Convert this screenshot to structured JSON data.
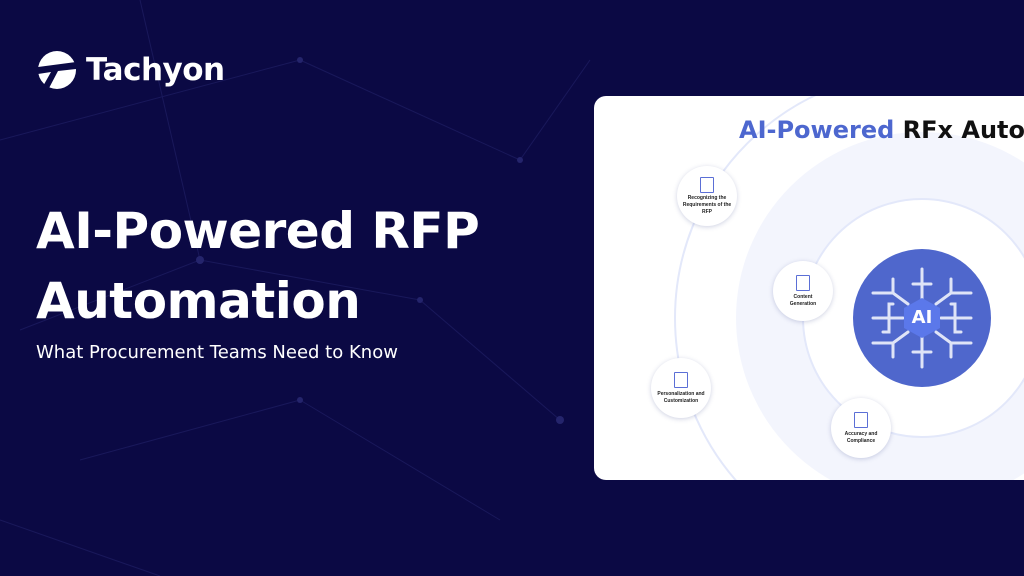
{
  "brand": {
    "name": "Tachyon",
    "icon": "tachyon-logo-icon"
  },
  "hero": {
    "title_line1": "AI-Powered RFP",
    "title_line2": "Automation",
    "subtitle": "What Procurement Teams Need to Know"
  },
  "card": {
    "title_highlight": "AI-Powered",
    "title_rest": "RFx Autom",
    "center_label": "AI",
    "nodes": [
      {
        "label": "Recognizing the Requirements of the RFP",
        "icon": "document-check-icon"
      },
      {
        "label": "Content Generation",
        "icon": "document-check-icon"
      },
      {
        "label": "Personalization and Customization",
        "icon": "document-check-icon"
      },
      {
        "label": "Accuracy and Compliance",
        "icon": "document-check-icon"
      }
    ]
  },
  "colors": {
    "background": "#0b0944",
    "accent": "#4f67cc"
  }
}
